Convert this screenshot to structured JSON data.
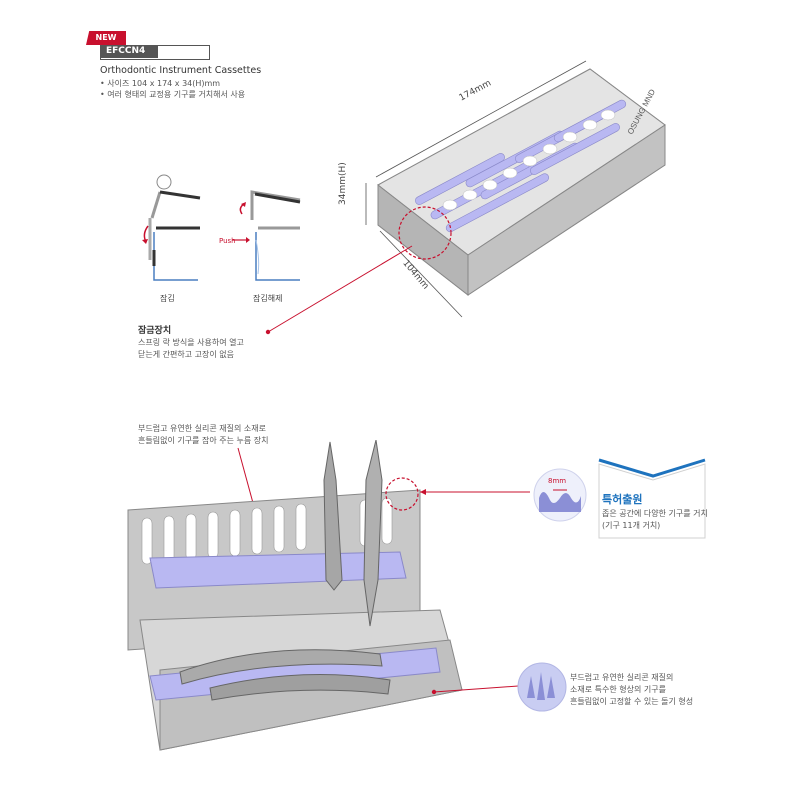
{
  "header": {
    "new_badge": "NEW",
    "product_code": "EFCCN4",
    "product_name": "Orthodontic Instrument Cassettes",
    "bullets": [
      "• 사이즈 104 x 174 x 34(H)mm",
      "• 여러 형태의 교정용 기구를 거치해서 사용"
    ]
  },
  "dimensions": {
    "length": "174mm",
    "height": "34mm(H)",
    "width": "104mm"
  },
  "brand_text": "OSUNG MND",
  "lock_diagram": {
    "push_label": "Push",
    "locked_label": "잠김",
    "unlocked_label": "잠김해제"
  },
  "lock_device": {
    "title": "잠금장치",
    "desc_lines": [
      "스프링 락 방식을 사용하여 열고",
      "닫는게 간편하고 고장이 없음"
    ]
  },
  "silicone_top_note": {
    "lines": [
      "부드럽고 유연한 실리콘 재질의 소재로",
      "흔들림없이 기구를 잡아 주는 누름 장치"
    ]
  },
  "patent": {
    "spacing_label": "8mm",
    "title": "특허출원",
    "lines": [
      "좁은 공간에 다양한 기구를 거치",
      "(기구 11개 거치)"
    ]
  },
  "silicone_bottom_note": {
    "lines": [
      "부드럽고 유연한 실리콘 재질의",
      "소재로 특수한 형상의 기구를",
      "흔들림없이 고정할 수 있는 돌기 형성"
    ]
  },
  "colors": {
    "accent_red": "#c8102e",
    "patent_blue": "#1e73be",
    "silicone_lavender": "#b9b8f2",
    "steel": "#b8b8b8"
  }
}
